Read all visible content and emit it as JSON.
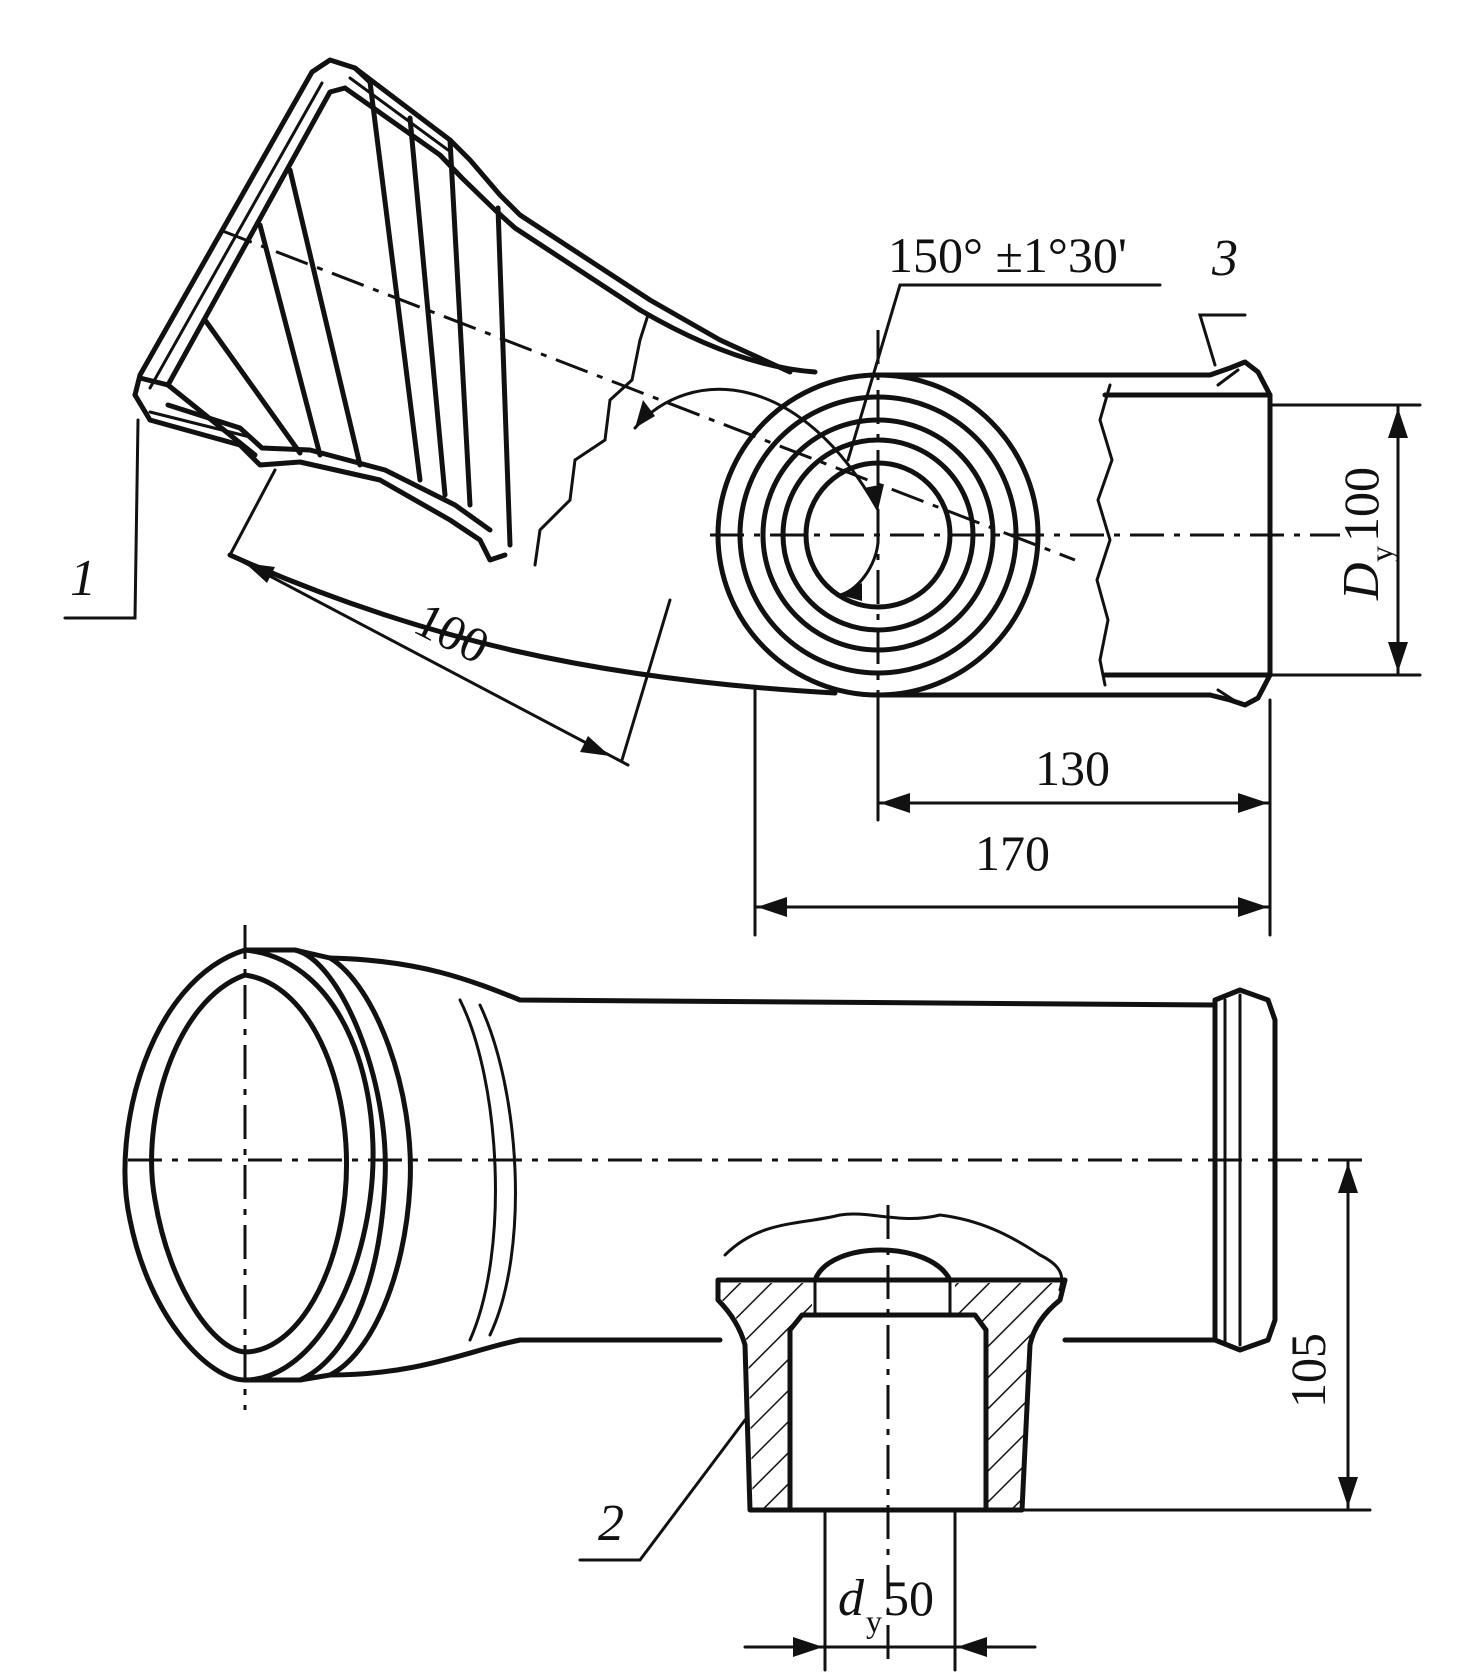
{
  "drawing": {
    "callouts": {
      "part_1": "1",
      "part_2": "2",
      "part_3": "3"
    },
    "dimensions": {
      "angle": "150° ±1°30'",
      "branch_length": "100",
      "center_to_end": "130",
      "overall_length": "170",
      "main_bore_symbol": "D",
      "main_bore_subscript": "y",
      "main_bore_value": "100",
      "branch_offset": "105",
      "branch_bore_symbol": "d",
      "branch_bore_subscript": "y",
      "branch_bore_value": "50"
    }
  }
}
